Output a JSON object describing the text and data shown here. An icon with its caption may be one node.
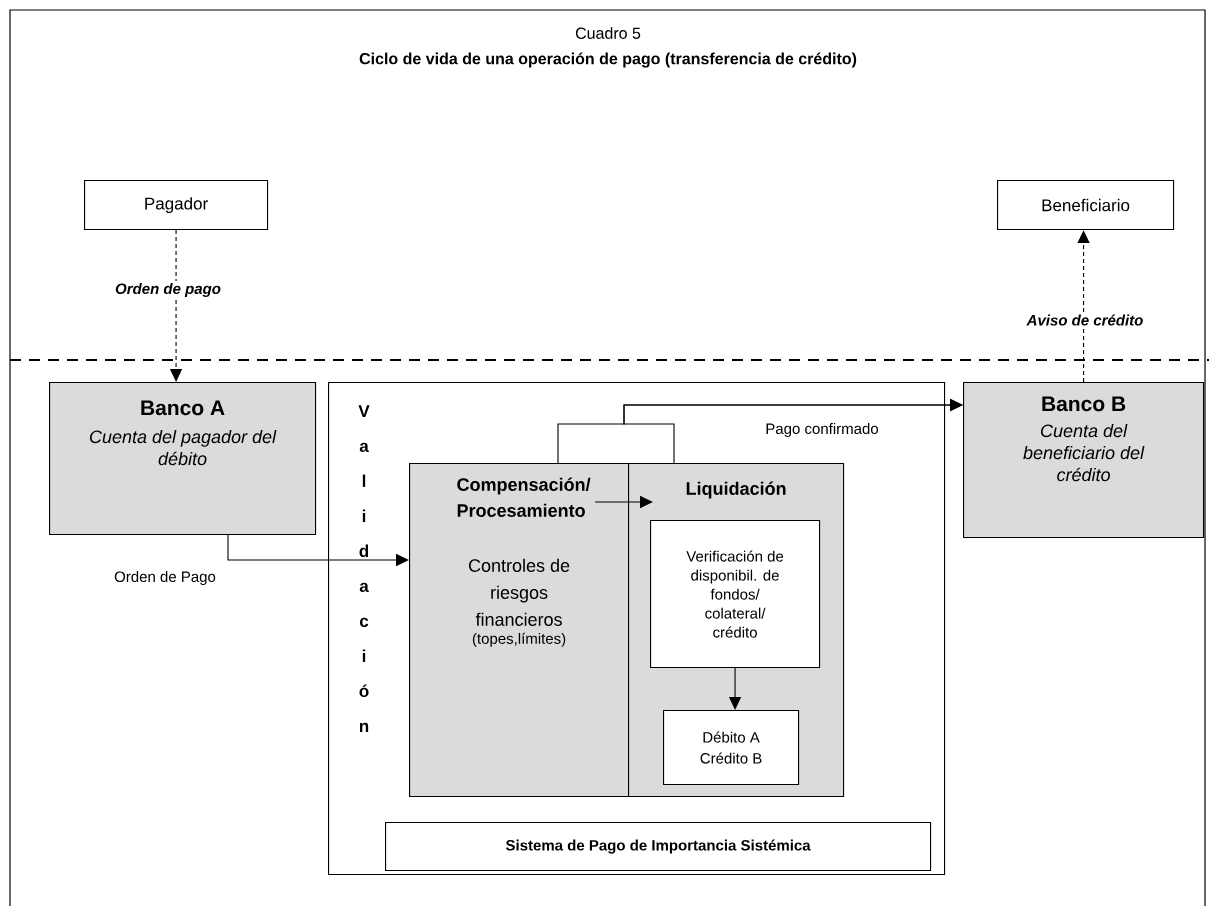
{
  "diagram": {
    "title": "Ciclo de vida de una operación de pago (transferencia de crédito)",
    "nodes": [
      {
        "text": [
          "Pagador"
        ]
      },
      {
        "text": [
          "Beneficiario"
        ]
      },
      {
        "text": [
          "Banco A",
          "Cuenta del pagador del débito"
        ]
      },
      {
        "text": [],
        "shape": "box"
      },
      {
        "text": [
          "Compensación/ Procesamiento",
          "Controles de riesgos financieros",
          "(topes,límites)"
        ],
        "in": 3
      },
      {
        "text": [
          "Liquidación"
        ],
        "in": 3
      },
      {
        "text": [
          "Verificación de disponibil. de fondos/ colateral/ crédito"
        ],
        "in": 5
      },
      {
        "text": [
          "Débito A Crédito B"
        ],
        "in": 5
      },
      {
        "text": [
          "Sistema de Pago de Importancia Sistémica"
        ],
        "in": 3
      },
      {
        "text": [
          "Banco B",
          "Cuenta del beneficiario del crédito"
        ]
      }
    ],
    "edges": [
      {
        "from": 0,
        "to": 2,
        "arrow": "to",
        "style": "dashed",
        "label": "Orden de pago"
      },
      {
        "from": 9,
        "to": 1,
        "arrow": "to",
        "style": "dashed",
        "label": "Aviso de crédito"
      },
      {
        "from": 2,
        "to": 4,
        "arrow": "to",
        "label": "Orden de Pago"
      },
      {
        "from": 4,
        "to": 5,
        "arrow": "to"
      },
      {
        "from": 6,
        "to": 7,
        "arrow": "to"
      },
      {
        "from": 4,
        "to": 9,
        "arrow": "to"
      },
      {
        "from": 5,
        "to": 9,
        "arrow": "to",
        "label": "Pago confirmado"
      }
    ],
    "labels": [
      "Cuadro 5",
      "Validación"
    ]
  }
}
